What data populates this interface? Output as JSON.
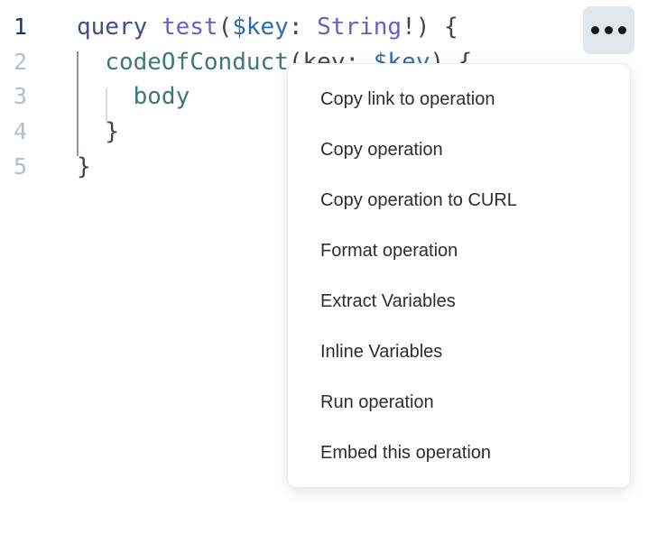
{
  "colors": {
    "keyword": "#454c8d",
    "definition": "#6f5bd0",
    "variable": "#2b6cb0",
    "type": "#6f5bd0",
    "punctuation": "#3e4458",
    "field": "#3d7a74",
    "argument": "#3e4458",
    "line_number_active": "#1e2f63",
    "line_number": "#b8bec9",
    "button_bg": "#e3e6ea",
    "menu_text": "#2b2e30"
  },
  "icons": {
    "more_options": "ellipsis-icon"
  },
  "editor": {
    "language": "graphql",
    "lines": [
      {
        "number": "1",
        "active": true,
        "tokens": [
          [
            "query",
            "keyword"
          ],
          [
            " ",
            ""
          ],
          [
            "test",
            "definition"
          ],
          [
            "(",
            "punctuation"
          ],
          [
            "$key",
            "variable"
          ],
          [
            ":",
            "punctuation"
          ],
          [
            " ",
            ""
          ],
          [
            "String",
            "type"
          ],
          [
            "!) {",
            "punctuation"
          ]
        ]
      },
      {
        "number": "2",
        "active": false,
        "tokens": [
          [
            "  ",
            ""
          ],
          [
            "codeOfConduct",
            "field"
          ],
          [
            "(",
            "punctuation"
          ],
          [
            "key",
            "argument"
          ],
          [
            ":",
            "punctuation"
          ],
          [
            " ",
            ""
          ],
          [
            "$key",
            "variable"
          ],
          [
            ") {",
            "punctuation"
          ]
        ]
      },
      {
        "number": "3",
        "active": false,
        "tokens": [
          [
            "    ",
            ""
          ],
          [
            "body",
            "field"
          ]
        ]
      },
      {
        "number": "4",
        "active": false,
        "tokens": [
          [
            "  ",
            ""
          ],
          [
            "}",
            "punctuation"
          ]
        ]
      },
      {
        "number": "5",
        "active": false,
        "tokens": [
          [
            "}",
            "punctuation"
          ]
        ]
      }
    ]
  },
  "context_menu": {
    "items": [
      "Copy link to operation",
      "Copy operation",
      "Copy operation to CURL",
      "Format operation",
      "Extract Variables",
      "Inline Variables",
      "Run operation",
      "Embed this operation"
    ]
  }
}
